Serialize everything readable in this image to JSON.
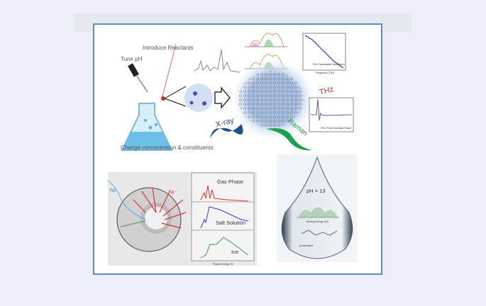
{
  "top": {
    "introduce_reactants": "Introduce Reactants",
    "tune_ph": "Tune pH",
    "change_concentration": "Change concentration & constituents",
    "xray": "X-ray",
    "raman": "Raman",
    "thz": "THz",
    "thz_spectrum_label": "THz Calculated Spectrum",
    "thz_spectrum_xlabel": "Frequency (THz)",
    "thz_trace_label": "THz Time Domain Trace"
  },
  "bottom_left": {
    "hv": "hv",
    "e": "e⁻",
    "gas_phase": "Gas Phase",
    "salt_solution": "Salt Solution",
    "ice": "Ice",
    "xlabel": "Photon energy, eV"
  },
  "drop": {
    "ph": "pH = 13",
    "xlabel": "Binding Energy (eV)",
    "protonated": "protonated"
  },
  "colors": {
    "background": "#eeeefb",
    "frame": "#5b8fc4",
    "thz": "#c0392b",
    "raman": "#1aa34a",
    "xray": "#1f4f8f"
  }
}
